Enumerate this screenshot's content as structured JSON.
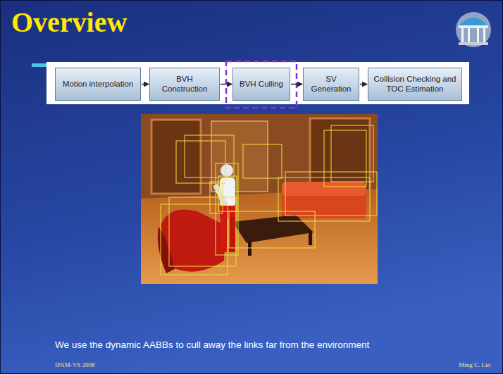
{
  "diagram": {
    "title": "Overview",
    "caption": "We use the dynamic AABBs to cull away the links far from the environment",
    "nodes": [
      {
        "text": [
          "Motion interpolation"
        ]
      },
      {
        "text": [
          "BVH Construction"
        ]
      },
      {
        "text": [
          "BVH Culling"
        ]
      },
      {
        "text": [
          "SV Generation"
        ]
      },
      {
        "text": [
          "Collision Checking and TOC Estimation"
        ]
      }
    ],
    "edges": [
      {
        "from": 0,
        "to": 1,
        "arrow": "to"
      },
      {
        "from": 1,
        "to": 2,
        "arrow": "to"
      },
      {
        "from": 2,
        "to": 3,
        "arrow": "to"
      },
      {
        "from": 3,
        "to": 4,
        "arrow": "to"
      }
    ],
    "labels": [
      "IPAM-VS 2008",
      "Ming C. Lin"
    ]
  }
}
